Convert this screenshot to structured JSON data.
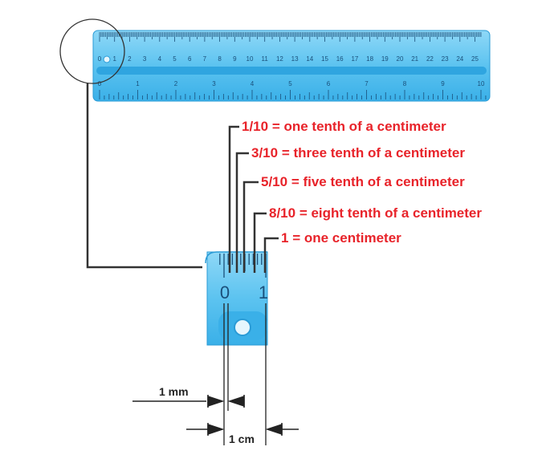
{
  "top_ruler": {
    "cm_numbers": [
      "0",
      "1",
      "2",
      "3",
      "4",
      "5",
      "6",
      "7",
      "8",
      "9",
      "10",
      "11",
      "12",
      "13",
      "14",
      "15",
      "16",
      "17",
      "18",
      "19",
      "20",
      "21",
      "22",
      "23",
      "24",
      "25"
    ],
    "inch_numbers": [
      "0",
      "1",
      "2",
      "3",
      "4",
      "5",
      "6",
      "7",
      "8",
      "9",
      "10"
    ]
  },
  "zoom_ruler": {
    "numbers": [
      "0",
      "1"
    ]
  },
  "labels": [
    {
      "fraction": "1/10",
      "text": " = one tenth of a centimeter"
    },
    {
      "fraction": "3/10",
      "text": " = three tenth of a centimeter"
    },
    {
      "fraction": "5/10",
      "text": " = five tenth of a centimeter"
    },
    {
      "fraction": "8/10",
      "text": " = eight tenth of a centimeter"
    },
    {
      "fraction": "1",
      "text": " = one centimeter"
    }
  ],
  "dimensions": {
    "mm_label": "1 mm",
    "cm_label": "1 cm"
  },
  "colors": {
    "ruler_fill": "#5cc3f0",
    "ruler_dark": "#2a9bd6",
    "label_red": "#e8232a",
    "line_dark": "#333333"
  }
}
